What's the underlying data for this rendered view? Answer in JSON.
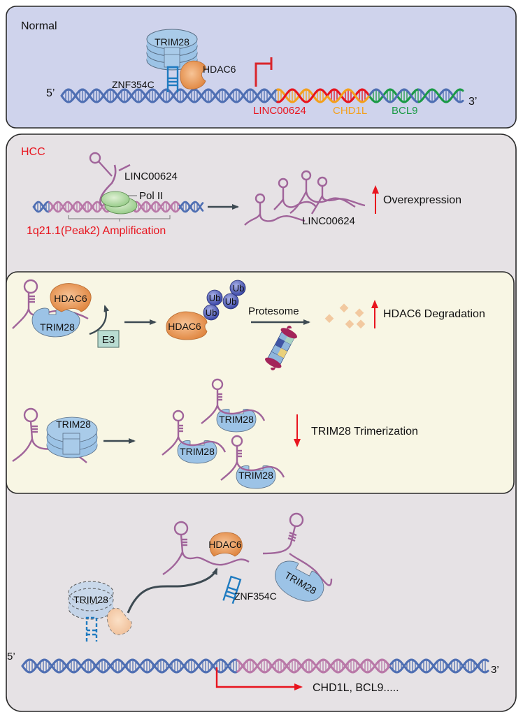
{
  "colors": {
    "normal_bg": "#cfd3ec",
    "hcc_bg": "#e6e2e5",
    "inner_bg": "#f8f6e4",
    "border": "#2a2a2a",
    "dna_blue": "#4f6fb3",
    "dna_pink": "#b978a8",
    "rna": "#a0649a",
    "red": "#e8141e",
    "orange": "#f4a01c",
    "green": "#1b9a46",
    "trim28": "#9cc3e6",
    "hdac6": "#e9934e",
    "ub": "#3f4aa8",
    "polii": "#a7d79a",
    "e3": "#b9dcd2",
    "arrow": "#3d4a52",
    "fragment": "#f2c9a0",
    "znf": "#1f7bc0"
  },
  "normal": {
    "title": "Normal",
    "trim28": "TRIM28",
    "hdac6": "HDAC6",
    "znf354c": "ZNF354C",
    "five_prime": "5’",
    "three_prime": "3’",
    "genes": [
      {
        "label": "LINC00624",
        "color": "#e8141e"
      },
      {
        "label": "CHD1L",
        "color": "#f4a01c"
      },
      {
        "label": "BCL9",
        "color": "#1b9a46"
      }
    ]
  },
  "hcc": {
    "title": "HCC",
    "linc": "LINC00624",
    "pol2": "Pol II",
    "amplification": "1q21.1(Peak2) Amplification",
    "linc_products": "LINC00624",
    "overexpression": "Overexpression"
  },
  "inner": {
    "hdac6": "HDAC6",
    "trim28": "TRIM28",
    "e3": "E3",
    "ub": "Ub",
    "protesome": "Protesome",
    "hdac6_degradation": "HDAC6 Degradation",
    "trim28_trimerization": "TRIM28 Trimerization"
  },
  "bottom": {
    "trim28": "TRIM28",
    "hdac6": "HDAC6",
    "znf354c": "ZNF354C",
    "five_prime": "5’",
    "three_prime": "3’",
    "targets": "CHD1L, BCL9....."
  }
}
